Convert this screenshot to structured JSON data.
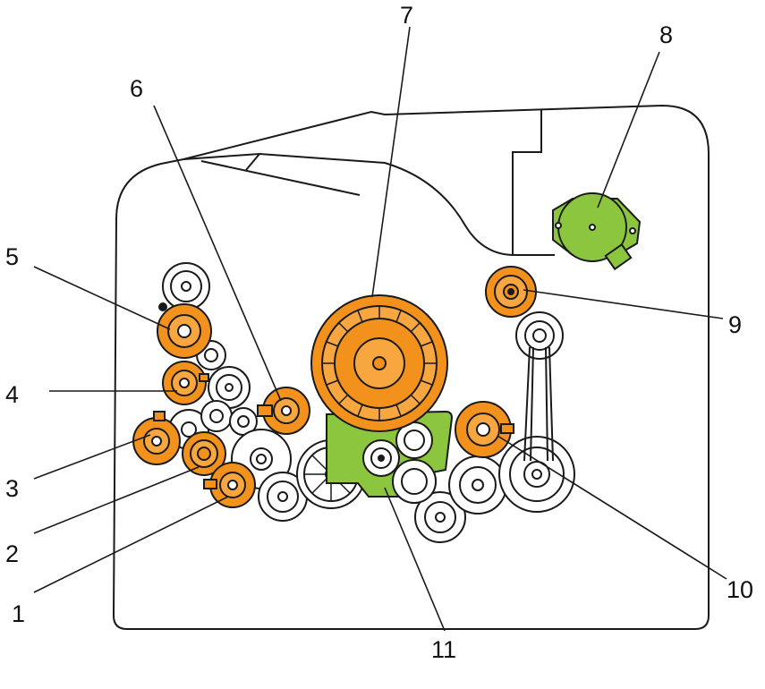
{
  "colors": {
    "highlight_gear": "#f2921d",
    "highlight_gear_dark": "#e07a00",
    "green_part": "#8cc63f",
    "outline": "#1a1a1a",
    "plain_gear": "#ffffff",
    "background": "#ffffff"
  },
  "callouts": [
    {
      "id": "1",
      "label": "1",
      "part": "orange-gear"
    },
    {
      "id": "2",
      "label": "2",
      "part": "orange-gear"
    },
    {
      "id": "3",
      "label": "3",
      "part": "orange-gear"
    },
    {
      "id": "4",
      "label": "4",
      "part": "orange-gear"
    },
    {
      "id": "5",
      "label": "5",
      "part": "orange-gear"
    },
    {
      "id": "6",
      "label": "6",
      "part": "orange-gear"
    },
    {
      "id": "7",
      "label": "7",
      "part": "large-orange-gear"
    },
    {
      "id": "8",
      "label": "8",
      "part": "green-motor"
    },
    {
      "id": "9",
      "label": "9",
      "part": "orange-gear"
    },
    {
      "id": "10",
      "label": "10",
      "part": "orange-gear"
    },
    {
      "id": "11",
      "label": "11",
      "part": "green-bracket"
    }
  ]
}
